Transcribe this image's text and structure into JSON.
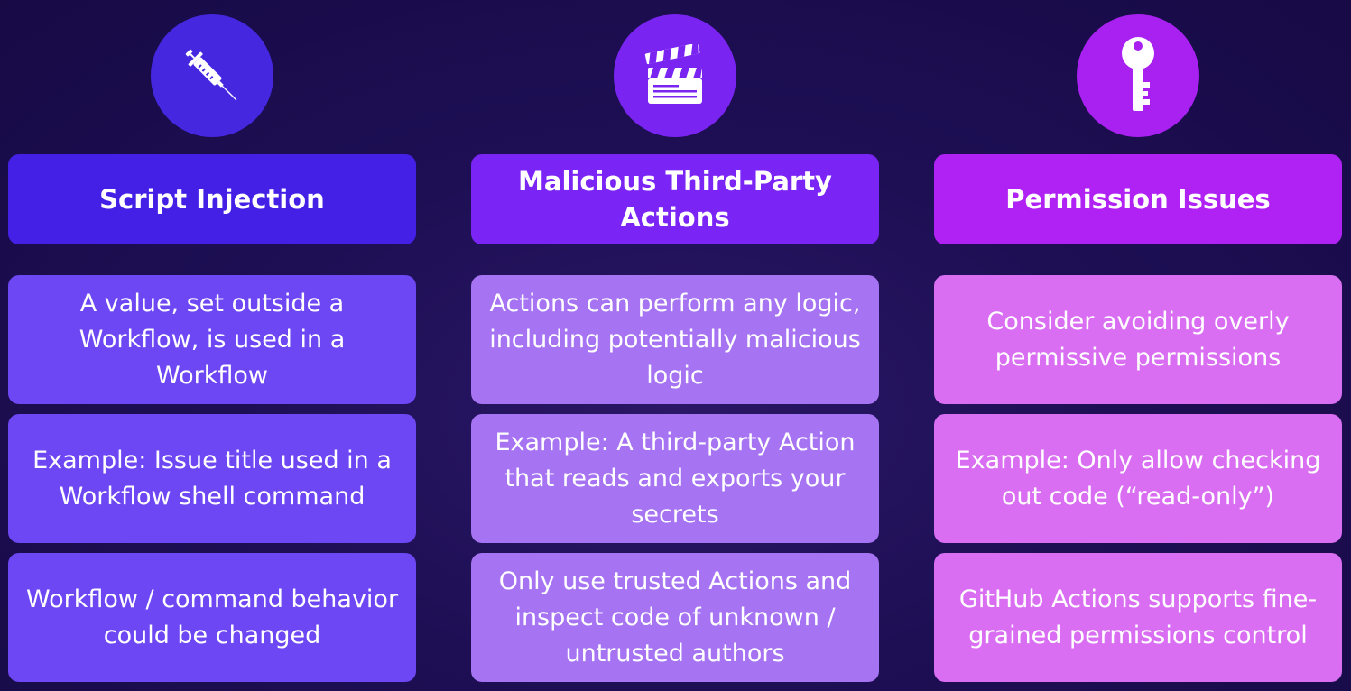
{
  "columns": [
    {
      "icon": "syringe-icon",
      "title": "Script Injection",
      "cards": [
        "A value, set outside a Workflow, is used in a Workflow",
        "Example: Issue title used in a Workflow shell command",
        "Workflow / command behavior could be changed"
      ]
    },
    {
      "icon": "clapperboard-icon",
      "title": "Malicious Third-Party Actions",
      "cards": [
        "Actions can perform any logic, including potentially malicious logic",
        "Example: A third-party Action that reads and exports your secrets",
        "Only use trusted Actions and inspect code of unknown / untrusted authors"
      ]
    },
    {
      "icon": "key-icon",
      "title": "Permission Issues",
      "cards": [
        "Consider avoiding overly permissive permissions",
        "Example: Only allow checking out code (“read-only”)",
        "GitHub Actions supports fine-grained permissions control"
      ]
    }
  ],
  "colors": {
    "background": "#1e0f55",
    "column_1_accent": "#4420e6",
    "column_2_accent": "#7a24f5",
    "column_3_accent": "#b021f4"
  }
}
